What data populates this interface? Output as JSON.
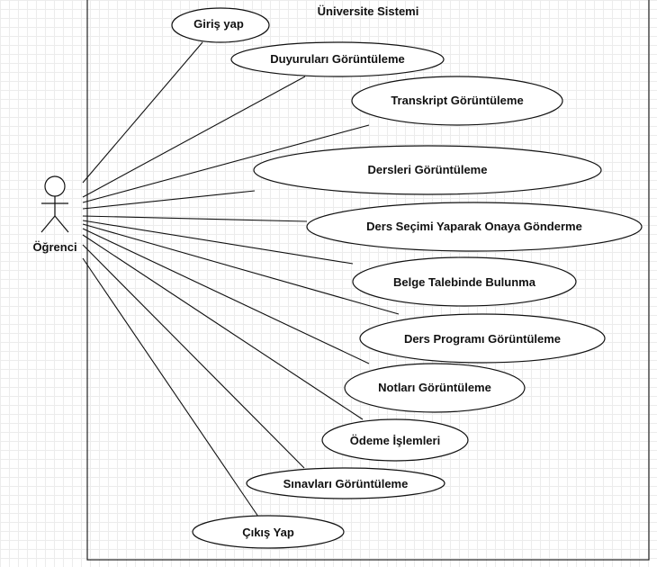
{
  "diagram": {
    "system_title": "Üniversite Sistemi",
    "actor": {
      "name": "Öğrenci"
    },
    "use_cases": [
      {
        "id": "giris-yap",
        "label": "Giriş yap"
      },
      {
        "id": "duyurulari-goruntuleme",
        "label": "Duyuruları Görüntüleme"
      },
      {
        "id": "transkript-goruntuleme",
        "label": "Transkript Görüntüleme"
      },
      {
        "id": "dersleri-goruntuleme",
        "label": "Dersleri Görüntüleme"
      },
      {
        "id": "ders-secimi",
        "label": "Ders Seçimi Yaparak Onaya Gönderme"
      },
      {
        "id": "belge-talebi",
        "label": "Belge Talebinde Bulunma"
      },
      {
        "id": "ders-programi",
        "label": "Ders Programı Görüntüleme"
      },
      {
        "id": "notlari-goruntuleme",
        "label": "Notları Görüntüleme"
      },
      {
        "id": "odeme-islemleri",
        "label": "Ödeme İşlemleri"
      },
      {
        "id": "sinavlari-goruntuleme",
        "label": "Sınavları Görüntüleme"
      },
      {
        "id": "cikis-yap",
        "label": "Çıkış Yap"
      }
    ]
  }
}
